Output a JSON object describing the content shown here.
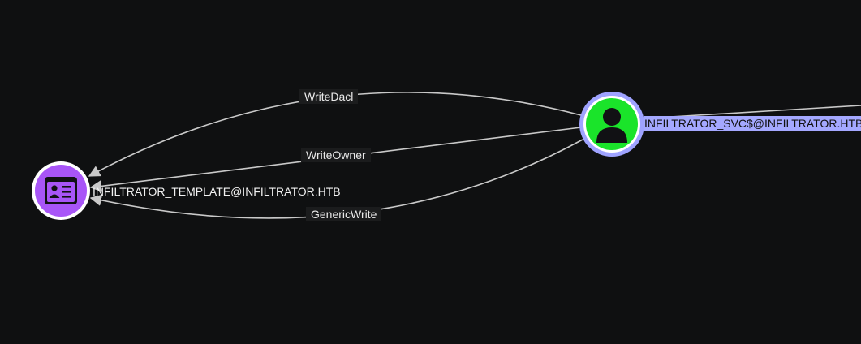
{
  "graph": {
    "nodes": {
      "template": {
        "label": "INFILTRATOR_TEMPLATE@INFILTRATOR.HTB",
        "type_icon": "certificate-template-icon",
        "fill_color": "#a855f7",
        "selected": false
      },
      "service_account": {
        "label": "INFILTRATOR_SVC$@INFILTRATOR.HTB",
        "type_icon": "user-icon",
        "fill_color": "#1ae42a",
        "ring_color": "#9fa3ff",
        "label_highlight_color": "#a4a8ff",
        "selected": true
      }
    },
    "edges": {
      "write_dacl": {
        "label": "WriteDacl",
        "from": "service_account",
        "to": "template"
      },
      "write_owner": {
        "label": "WriteOwner",
        "from": "service_account",
        "to": "template"
      },
      "generic_write": {
        "label": "GenericWrite",
        "from": "service_account",
        "to": "template"
      }
    },
    "colors": {
      "background": "#0f1011",
      "edge": "#c9c9c9",
      "edge_label_bg": "#1b1c1d",
      "text": "#f2f2f2"
    }
  }
}
